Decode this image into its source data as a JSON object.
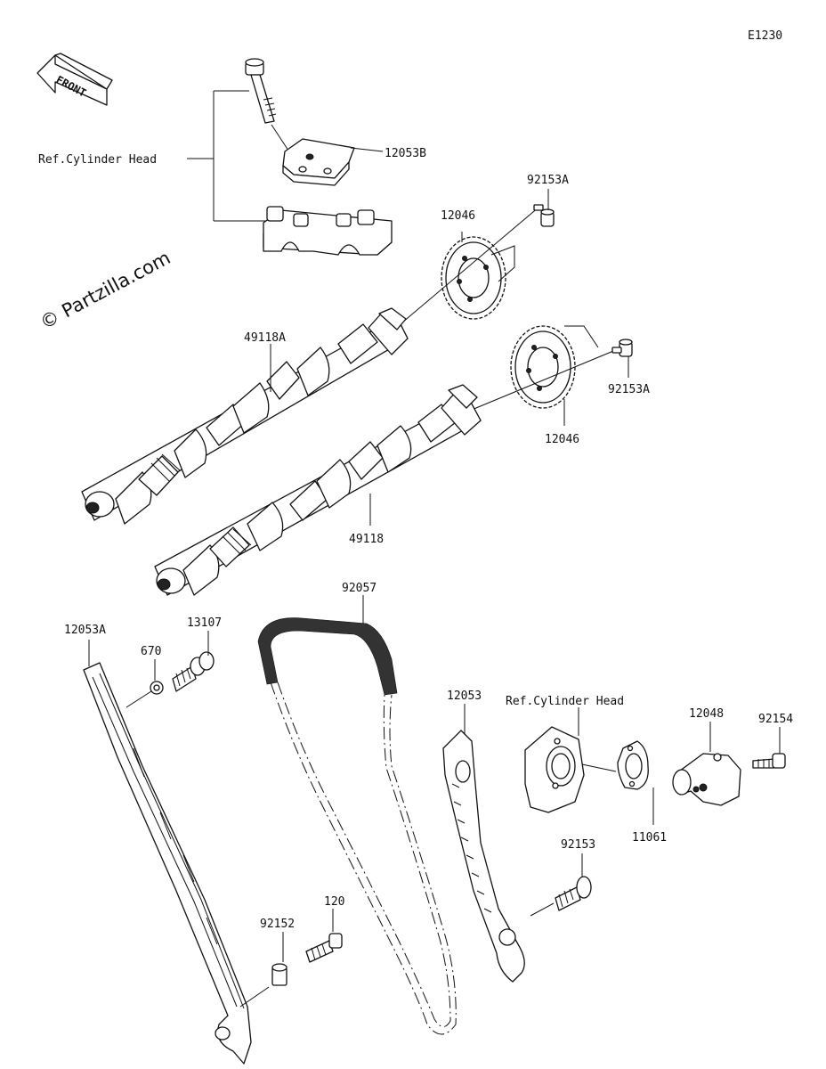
{
  "diagram_code": "E1230",
  "watermark": "© Partzilla.com",
  "front_label": "FRONT",
  "colors": {
    "ink": "#111111",
    "background": "#ffffff"
  },
  "labels": {
    "ref_cylinder_head_top": "Ref.Cylinder Head",
    "ref_cylinder_head_right": "Ref.Cylinder Head",
    "p12053B": "12053B",
    "p92153A_top": "92153A",
    "p12046_top": "12046",
    "p49118A": "49118A",
    "p92153A_right": "92153A",
    "p12046_right": "12046",
    "p49118": "49118",
    "p92057": "92057",
    "p12053A": "12053A",
    "p13107": "13107",
    "p670": "670",
    "p12053": "12053",
    "p12048": "12048",
    "p92154": "92154",
    "p11061": "11061",
    "p92153": "92153",
    "p120": "120",
    "p92152": "92152"
  }
}
